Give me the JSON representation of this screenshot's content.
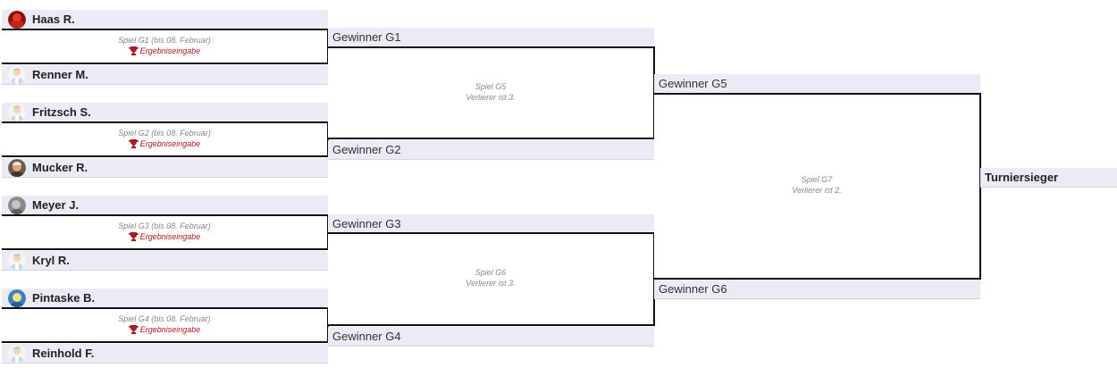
{
  "round1": [
    {
      "top": "Haas R.",
      "bottom": "Renner M.",
      "game": "Spiel G1 (bis 08. Februar)",
      "action": "Ergebniseingabe",
      "top_avatar": "red-avatar-icon",
      "bottom_avatar": "default-person-icon"
    },
    {
      "top": "Fritzsch S.",
      "bottom": "Mucker R.",
      "game": "Spiel G2 (bis 08. Februar)",
      "action": "Ergebniseingabe",
      "top_avatar": "default-person-icon",
      "bottom_avatar": "photo-avatar-icon"
    },
    {
      "top": "Meyer J.",
      "bottom": "Kryl R.",
      "game": "Spiel G3 (bis 08. Februar)",
      "action": "Ergebniseingabe",
      "top_avatar": "gray-avatar-icon",
      "bottom_avatar": "default-person-icon"
    },
    {
      "top": "Pintaske B.",
      "bottom": "Reinhold F.",
      "game": "Spiel G4 (bis 08. Februar)",
      "action": "Ergebniseingabe",
      "top_avatar": "blue-avatar-icon",
      "bottom_avatar": "default-person-icon"
    }
  ],
  "round2": [
    {
      "top": "Gewinner G1",
      "bottom": "Gewinner G2",
      "game": "Spiel G5",
      "note": "Verlierer ist 3."
    },
    {
      "top": "Gewinner G3",
      "bottom": "Gewinner G4",
      "game": "Spiel G6",
      "note": "Verlierer ist 3."
    }
  ],
  "final": {
    "top": "Gewinner G5",
    "bottom": "Gewinner G6",
    "game": "Spiel G7",
    "note": "Verlierer ist 2."
  },
  "winner": {
    "label": "Turniersieger"
  },
  "colors": {
    "slot_bg": "#eaebf5",
    "action_red": "#b0191e"
  }
}
